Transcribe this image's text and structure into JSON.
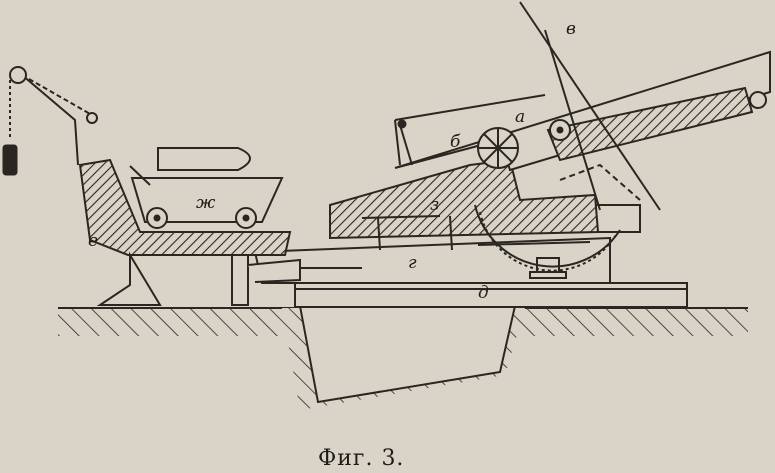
{
  "figure": {
    "caption": "Фиг. 3.",
    "labels": {
      "a": "а",
      "b": "б",
      "v": "в",
      "g": "г",
      "d": "д",
      "e": "е",
      "zh": "ж",
      "z": "з"
    },
    "colors": {
      "paper": "#d9d4c7",
      "ink": "#2a2722"
    }
  }
}
